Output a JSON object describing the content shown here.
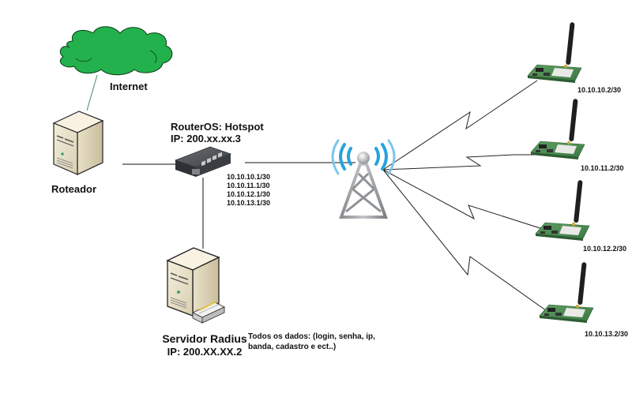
{
  "diagram": {
    "title": "Hotspot network topology",
    "nodes": {
      "internet": {
        "label": "Internet",
        "icon": "cloud-icon",
        "color": "#22b14c"
      },
      "router": {
        "label": "Roteador",
        "icon": "server-tower-icon"
      },
      "routeros": {
        "title": "RouterOS: Hotspot",
        "ip": "IP: 200.xx.xx.3",
        "icon": "mikrotik-router-icon",
        "interfaces": [
          "10.10.10.1/30",
          "10.10.11.1/30",
          "10.10.12.1/30",
          "10.10.13.1/30"
        ]
      },
      "radius": {
        "title": "Servidor Radius",
        "ip": "IP: 200.XX.XX.2",
        "icon": "server-with-switch-icon",
        "note_line1": "Todos os dados: (login, senha, ip,",
        "note_line2": "banda, cadastro e ect..)"
      },
      "tower": {
        "icon": "wireless-tower-icon",
        "signal_color": "#29a3dc"
      },
      "clients": [
        {
          "label": "10.10.10.2/30",
          "icon": "wireless-board-icon"
        },
        {
          "label": "10.10.11.2/30",
          "icon": "wireless-board-icon"
        },
        {
          "label": "10.10.12.2/30",
          "icon": "wireless-board-icon"
        },
        {
          "label": "10.10.13.2/30",
          "icon": "wireless-board-icon"
        }
      ]
    },
    "links": [
      {
        "from": "internet",
        "to": "router",
        "type": "wired"
      },
      {
        "from": "router",
        "to": "routeros",
        "type": "wired"
      },
      {
        "from": "routeros",
        "to": "radius",
        "type": "wired"
      },
      {
        "from": "routeros",
        "to": "tower",
        "type": "wired"
      },
      {
        "from": "tower",
        "to": "client-1",
        "type": "wireless"
      },
      {
        "from": "tower",
        "to": "client-2",
        "type": "wireless"
      },
      {
        "from": "tower",
        "to": "client-3",
        "type": "wireless"
      },
      {
        "from": "tower",
        "to": "client-4",
        "type": "wireless"
      }
    ]
  }
}
